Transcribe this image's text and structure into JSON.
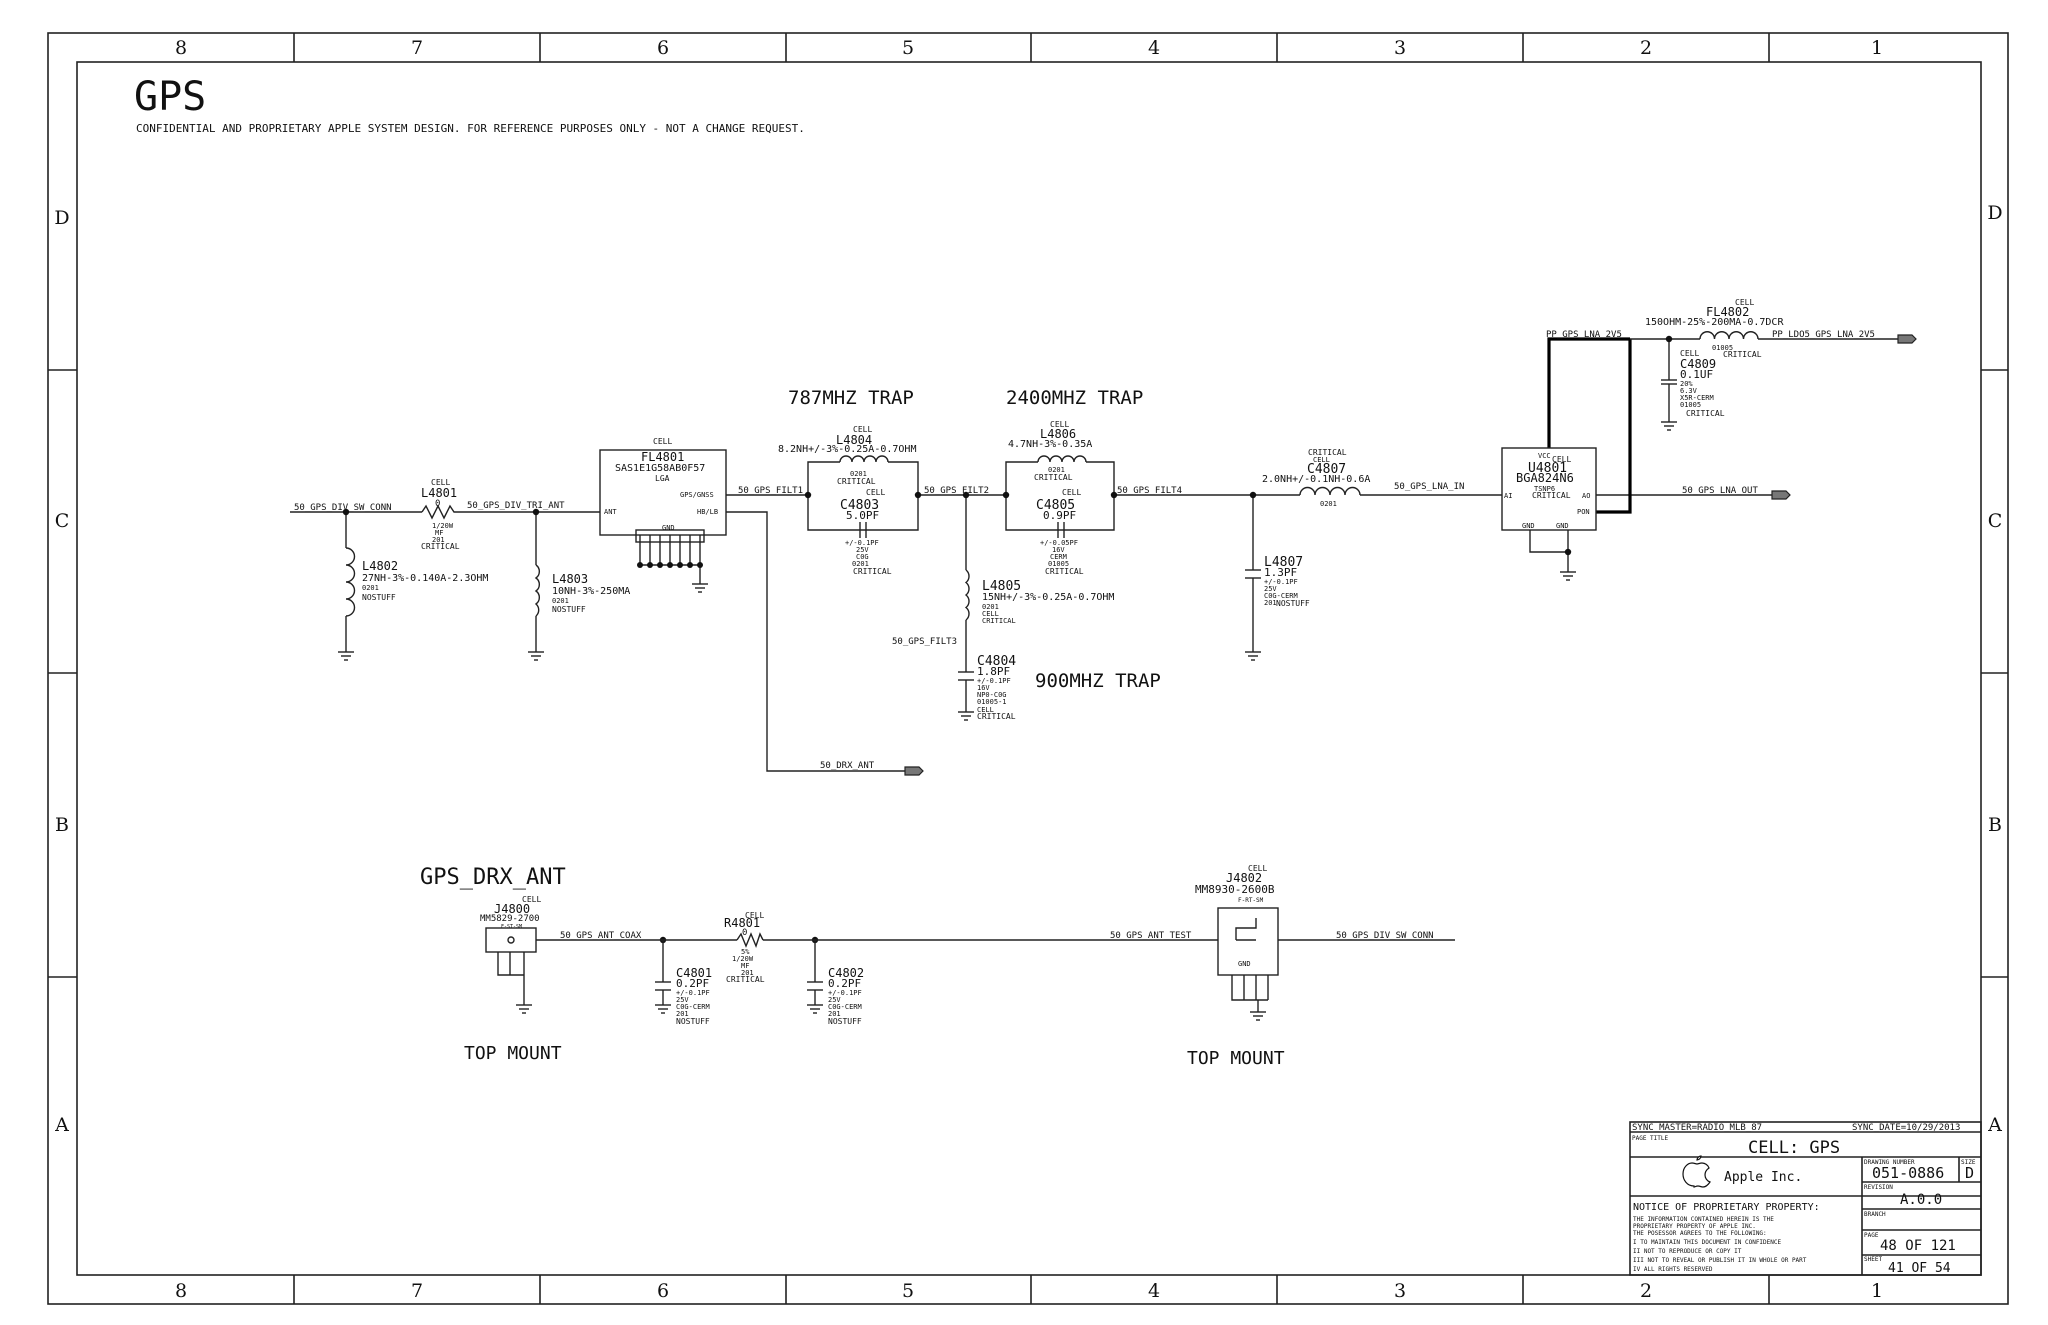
{
  "sheet": {
    "title": "GPS",
    "confidential": "CONFIDENTIAL AND PROPRIETARY APPLE SYSTEM DESIGN. FOR REFERENCE PURPOSES ONLY - NOT A CHANGE REQUEST.",
    "col_labels": [
      "8",
      "7",
      "6",
      "5",
      "4",
      "3",
      "2",
      "1"
    ],
    "row_labels": [
      "D",
      "C",
      "B",
      "A"
    ]
  },
  "sections": {
    "trap_787": "787MHZ TRAP",
    "trap_2400": "2400MHZ TRAP",
    "trap_900": "900MHZ TRAP",
    "drx_title": "GPS_DRX_ANT",
    "top_mount_1": "TOP MOUNT",
    "top_mount_2": "TOP MOUNT"
  },
  "nets": {
    "div_sw_conn": "50_GPS_DIV_SW_CONN",
    "div_tri_ant": "50_GPS_DIV_TRI_ANT",
    "filt1": "50_GPS_FILT1",
    "filt2": "50_GPS_FILT2",
    "filt3": "50_GPS_FILT3",
    "filt4": "50_GPS_FILT4",
    "lna_in": "50_GPS_LNA_IN",
    "lna_out": "50_GPS_LNA_OUT",
    "drx_ant": "50_DRX_ANT",
    "pp_lna": "PP_GPS_LNA_2V5",
    "pp_ldo": "PP_LDO5_GPS_LNA_2V5",
    "ant_coax": "50_GPS_ANT_COAX",
    "ant_test": "50_GPS_ANT_TEST",
    "div_sw_conn_2": "50_GPS_DIV_SW_CONN"
  },
  "parts": {
    "L4801": {
      "tag": "CELL",
      "ref": "L4801",
      "val": "0",
      "d1": "1/20W",
      "d2": "MF",
      "d3": "201",
      "d4": "CRITICAL"
    },
    "L4802": {
      "ref": "L4802",
      "val": "27NH-3%-0.140A-2.3OHM",
      "d1": "0201",
      "d2": "NOSTUFF"
    },
    "L4803": {
      "ref": "L4803",
      "val": "10NH-3%-250MA",
      "d1": "0201",
      "d2": "NOSTUFF"
    },
    "FL4801": {
      "tag": "CELL",
      "ref": "FL4801",
      "val": "SAS1E1G58AB0F57",
      "pkg": "LGA",
      "p_ant": "ANT",
      "p_gps": "GPS/GNSS",
      "p_hb": "HB/LB",
      "p_gnd": "GND"
    },
    "L4804": {
      "tag": "CELL",
      "ref": "L4804",
      "val": "8.2NH+/-3%-0.25A-0.7OHM",
      "d1": "0201",
      "d2": "CRITICAL"
    },
    "C4803": {
      "tag": "CELL",
      "ref": "C4803",
      "val": "5.0PF",
      "d1": "+/-0.1PF",
      "d2": "25V",
      "d3": "C0G",
      "d4": "0201",
      "d5": "CRITICAL"
    },
    "L4806": {
      "tag": "CELL",
      "ref": "L4806",
      "val": "4.7NH-3%-0.35A",
      "d1": "0201",
      "d2": "CRITICAL"
    },
    "C4805": {
      "tag": "CELL",
      "ref": "C4805",
      "val": "0.9PF",
      "d1": "+/-0.05PF",
      "d2": "16V",
      "d3": "CERM",
      "d4": "01005",
      "d5": "CRITICAL"
    },
    "L4805": {
      "ref": "L4805",
      "val": "15NH+/-3%-0.25A-0.7OHM",
      "d1": "0201",
      "d2": "CELL",
      "d3": "CRITICAL"
    },
    "C4804": {
      "ref": "C4804",
      "val": "1.8PF",
      "d1": "+/-0.1PF",
      "d2": "16V",
      "d3": "NP0-C0G",
      "d4": "01005-1",
      "d5": "CELL",
      "d6": "CRITICAL"
    },
    "C4807": {
      "tag1": "CRITICAL",
      "tag2": "CELL",
      "ref": "C4807",
      "val": "2.0NH+/-0.1NH-0.6A",
      "d1": "0201"
    },
    "L4807": {
      "ref": "L4807",
      "val": "1.3PF",
      "d1": "+/-0.1PF",
      "d2": "25V",
      "d3": "C0G-CERM",
      "d4": "201",
      "d5": "NOSTUFF"
    },
    "U4801": {
      "tag": "CELL",
      "ref": "U4801",
      "val": "BGA824N6",
      "pkg": "TSNP6",
      "crit": "CRITICAL",
      "p_vcc": "VCC",
      "p_ai": "AI",
      "p_ao": "AO",
      "p_pon": "PON",
      "p_gnd1": "GND",
      "p_gnd2": "GND"
    },
    "FL4802": {
      "tag": "CELL",
      "ref": "FL4802",
      "val": "150OHM-25%-200MA-0.7DCR",
      "d1": "01005",
      "d2": "CRITICAL"
    },
    "C4809": {
      "tag": "CELL",
      "ref": "C4809",
      "val": "0.1UF",
      "d1": "20%",
      "d2": "6.3V",
      "d3": "X5R-CERM",
      "d4": "01005",
      "d5": "CRITICAL"
    },
    "J4800": {
      "tag": "CELL",
      "ref": "J4800",
      "val": "MM5829-2700",
      "d1": "F-ST-SM"
    },
    "R4801": {
      "tag": "CELL",
      "ref": "R4801",
      "val": "0",
      "d1": "5%",
      "d2": "1/20W",
      "d3": "MF",
      "d4": "201",
      "d5": "CRITICAL"
    },
    "C4801": {
      "ref": "C4801",
      "val": "0.2PF",
      "d1": "+/-0.1PF",
      "d2": "25V",
      "d3": "C0G-CERM",
      "d4": "201",
      "d5": "NOSTUFF"
    },
    "C4802": {
      "ref": "C4802",
      "val": "0.2PF",
      "d1": "+/-0.1PF",
      "d2": "25V",
      "d3": "C0G-CERM",
      "d4": "201",
      "d5": "NOSTUFF"
    },
    "J4802": {
      "tag": "CELL",
      "ref": "J4802",
      "val": "MM8930-2600B",
      "d1": "F-RT-SM",
      "p_gnd": "GND"
    }
  },
  "titleblock": {
    "sync_master": "SYNC_MASTER=RADIO_MLB_87",
    "sync_date": "SYNC_DATE=10/29/2013",
    "page_title_lbl": "PAGE TITLE",
    "page_title": "CELL: GPS",
    "company": "Apple Inc.",
    "drawing_lbl": "DRAWING NUMBER",
    "drawing": "051-0886",
    "size_lbl": "SIZE",
    "size": "D",
    "revision_lbl": "REVISION",
    "revision": "A.0.0",
    "branch_lbl": "BRANCH",
    "page_lbl": "PAGE",
    "page": "48 OF 121",
    "sheet_lbl": "SHEET",
    "sheet": "41 OF 54",
    "notice": "NOTICE OF PROPRIETARY PROPERTY:",
    "fine": [
      "THE INFORMATION CONTAINED HEREIN IS THE",
      "PROPRIETARY PROPERTY OF APPLE INC.",
      "THE POSESSOR AGREES TO THE FOLLOWING:",
      " I TO MAINTAIN THIS DOCUMENT IN CONFIDENCE",
      " II NOT TO REPRODUCE OR COPY IT",
      "III NOT TO REVEAL OR PUBLISH IT IN WHOLE OR PART",
      " IV ALL RIGHTS RESERVED"
    ]
  }
}
